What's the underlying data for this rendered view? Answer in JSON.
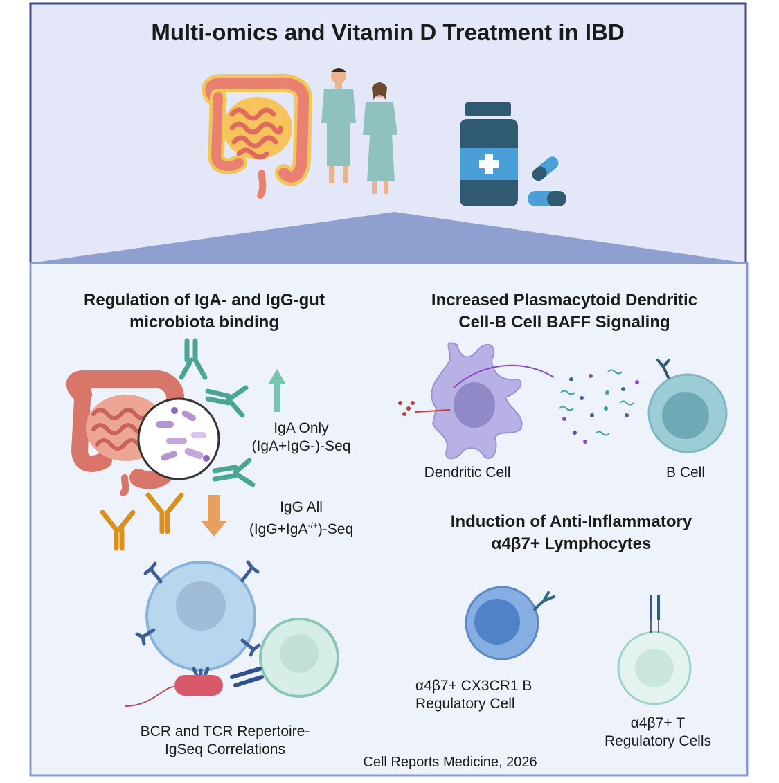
{
  "title": "Multi-omics and Vitamin D Treatment in IBD",
  "sections": {
    "left": {
      "title_line1": "Regulation of IgA- and IgG-gut",
      "title_line2": "microbiota binding"
    },
    "right_top": {
      "title_line1": "Increased Plasmacytoid Dendritic",
      "title_line2": "Cell-B Cell BAFF Signaling"
    },
    "right_bottom": {
      "title_line1": "Induction of Anti-Inflammatory",
      "title_line2": "α4β7+ Lymphocytes"
    }
  },
  "labels": {
    "iga_line1": "IgA Only",
    "iga_line2": "(IgA+IgG-)-Seq",
    "igg_line1": "IgG All",
    "igg_line2_pre": "(IgG+IgA",
    "igg_line2_sup": "-/+",
    "igg_line2_post": ")-Seq",
    "dendritic_cell": "Dendritic Cell",
    "b_cell": "B Cell",
    "bcr_line1": "BCR and TCR Repertoire-",
    "bcr_line2": "IgSeq Correlations",
    "breg_line1": "α4β7+ CX3CR1 B",
    "breg_line2": "Regulatory Cell",
    "treg_line1": "α4β7+ T",
    "treg_line2": "Regulatory Cells"
  },
  "citation": "Cell Reports Medicine, 2026",
  "colors": {
    "panel_bg": "#e4e7f8",
    "panel_border": "#3d4a8c",
    "lower_panel_bg": "#eef3fb",
    "triangle": "#8f9fd0",
    "iga_arrow": "#7cc4b0",
    "igg_arrow": "#e8a060",
    "antibody_teal": "#4aa594",
    "antibody_orange": "#d9901e",
    "dendritic": "#b7b1e6",
    "bcell": "#9ccdd6",
    "bcr_cell": "#b9d6ef",
    "treg": "#d7ede8",
    "breg": "#6b98d8",
    "bottle": "#2f5a72",
    "bottle_label": "#4a9fd6"
  },
  "icons": [
    "colon-icon",
    "patients-icon",
    "medicine-bottle-icon",
    "capsule-icon",
    "microbiota-icon",
    "antibody-icon",
    "bacterium-icon"
  ]
}
